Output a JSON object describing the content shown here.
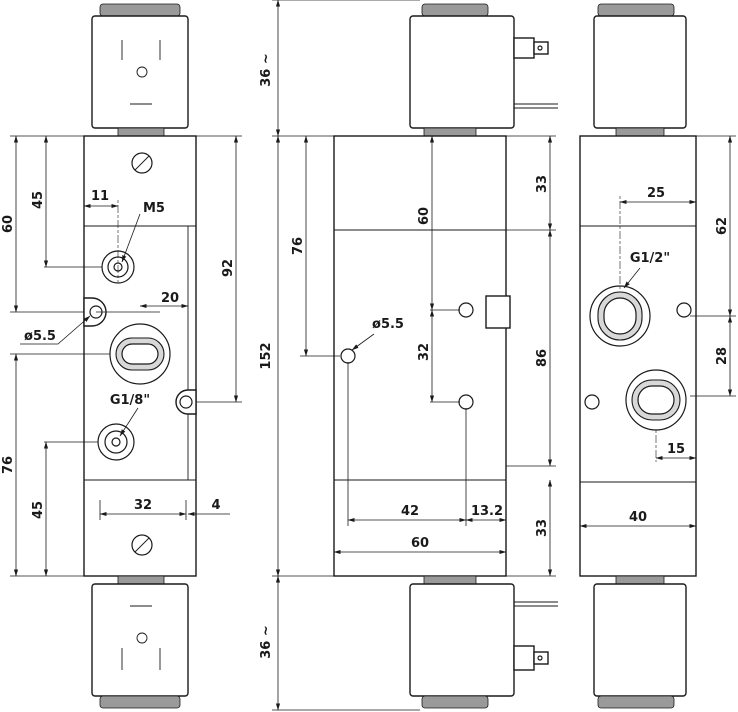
{
  "labels": {
    "d60_left": "60",
    "d45_top_left": "45",
    "d11": "11",
    "dM5": "M5",
    "d20": "20",
    "d92": "92",
    "d55_left": "ø5.5",
    "dG18": "G1/8\"",
    "d76_left": "76",
    "d45_bot_left": "45",
    "d32_left": "32",
    "d4": "4",
    "d36_top": "36 ~",
    "d76_mid": "76",
    "d152": "152",
    "d36_bot": "36 ~",
    "d60_mid": "60",
    "d55_mid": "ø5.5",
    "d32_mid": "32",
    "d33_top": "33",
    "d86": "86",
    "d42": "42",
    "d132": "13.2",
    "d33_bot": "33",
    "d60_bottom": "60",
    "d25": "25",
    "dG12": "G1/2\"",
    "d62": "62",
    "d28": "28",
    "d15": "15",
    "d40": "40"
  }
}
